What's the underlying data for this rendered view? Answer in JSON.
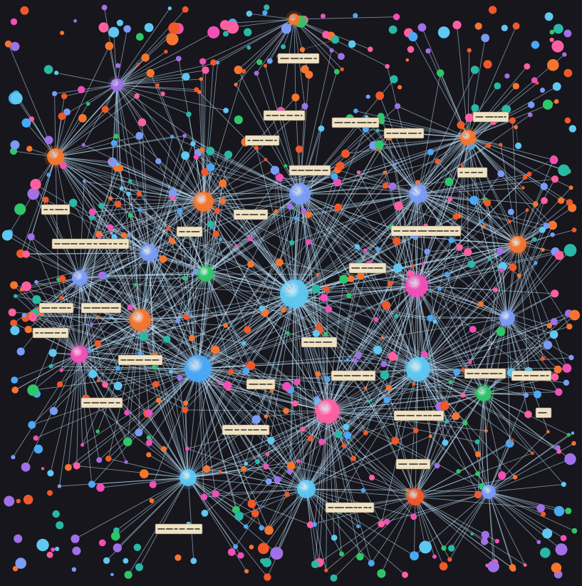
{
  "colors": {
    "background": "#17161c",
    "edge": "#bfe6ff",
    "node_palette": {
      "blue": "#4aa8f5",
      "light-blue": "#5ec8f2",
      "periwinkle": "#7a9cf6",
      "orange": "#f5752f",
      "red-orange": "#f0582a",
      "magenta": "#f04fb8",
      "pink": "#ff5fa0",
      "violet": "#a070e8",
      "green": "#2fc66a",
      "teal": "#29b8a6"
    },
    "label_box": "#efe2c4",
    "label_text": "#2b2a26"
  },
  "network": {
    "style": "dense graph of colored nodes on a dark background; large hub nodes radiate many thin light-blue edges; small illegible cream-colored text boxes float over the graph",
    "hub_count": 24,
    "label_box_count": 30
  }
}
